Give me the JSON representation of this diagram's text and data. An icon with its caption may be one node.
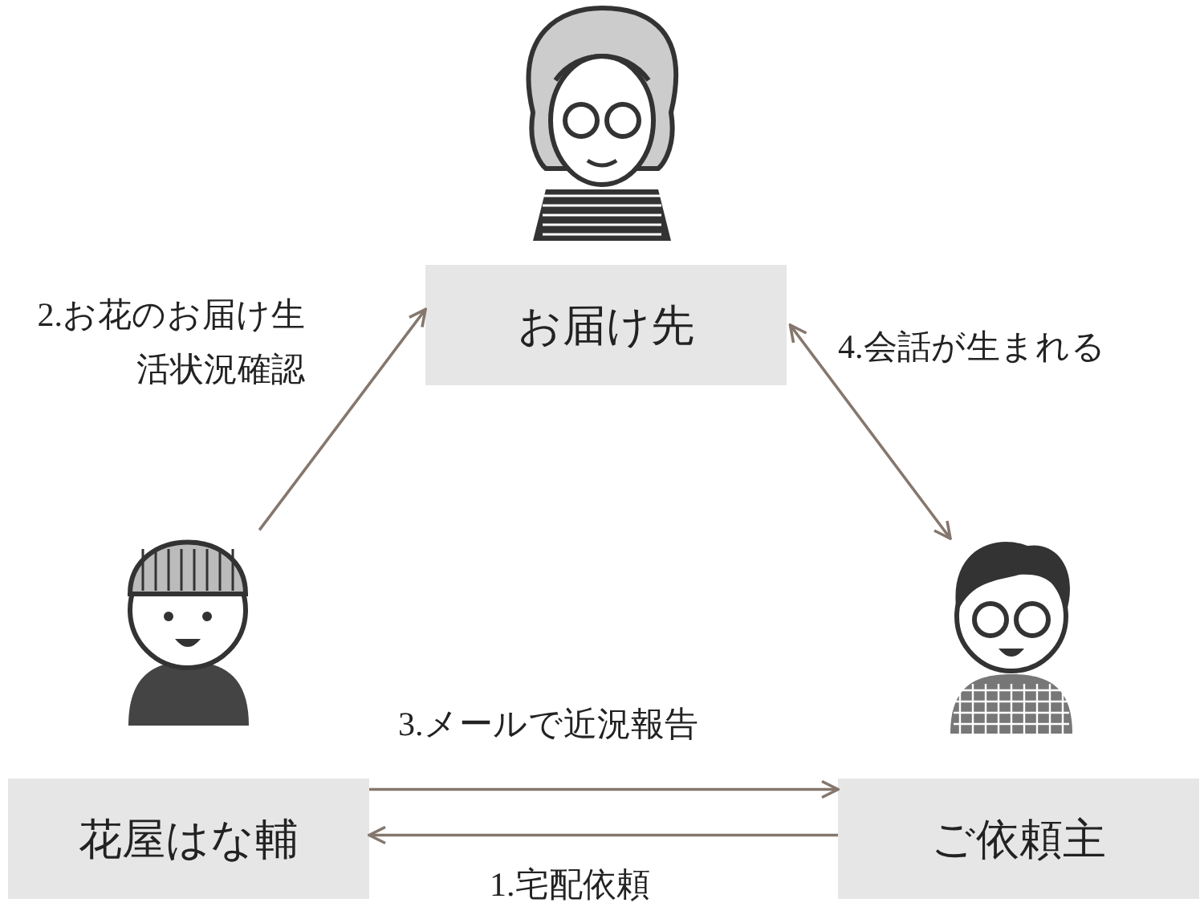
{
  "diagram": {
    "nodes": [
      {
        "text": [],
        "shape": "person"
      },
      {
        "text": [
          "お届け先"
        ]
      },
      {
        "text": [],
        "shape": "person"
      },
      {
        "text": [],
        "shape": "person"
      },
      {
        "text": [
          "花屋はな輔"
        ]
      },
      {
        "text": [
          "ご依頼主"
        ]
      }
    ],
    "edges": [
      {
        "from": 5,
        "to": 4,
        "arrow": "to",
        "label": "1.宅配依頼"
      },
      {
        "from": 2,
        "to": 1,
        "arrow": "to",
        "label": "2.お花のお届け生活状況確認"
      },
      {
        "from": 4,
        "to": 5,
        "arrow": "to",
        "label": "3.メールで近況報告"
      },
      {
        "from": 1,
        "to": 3,
        "arrow": "both",
        "label": "4.会話が生まれる"
      }
    ]
  }
}
